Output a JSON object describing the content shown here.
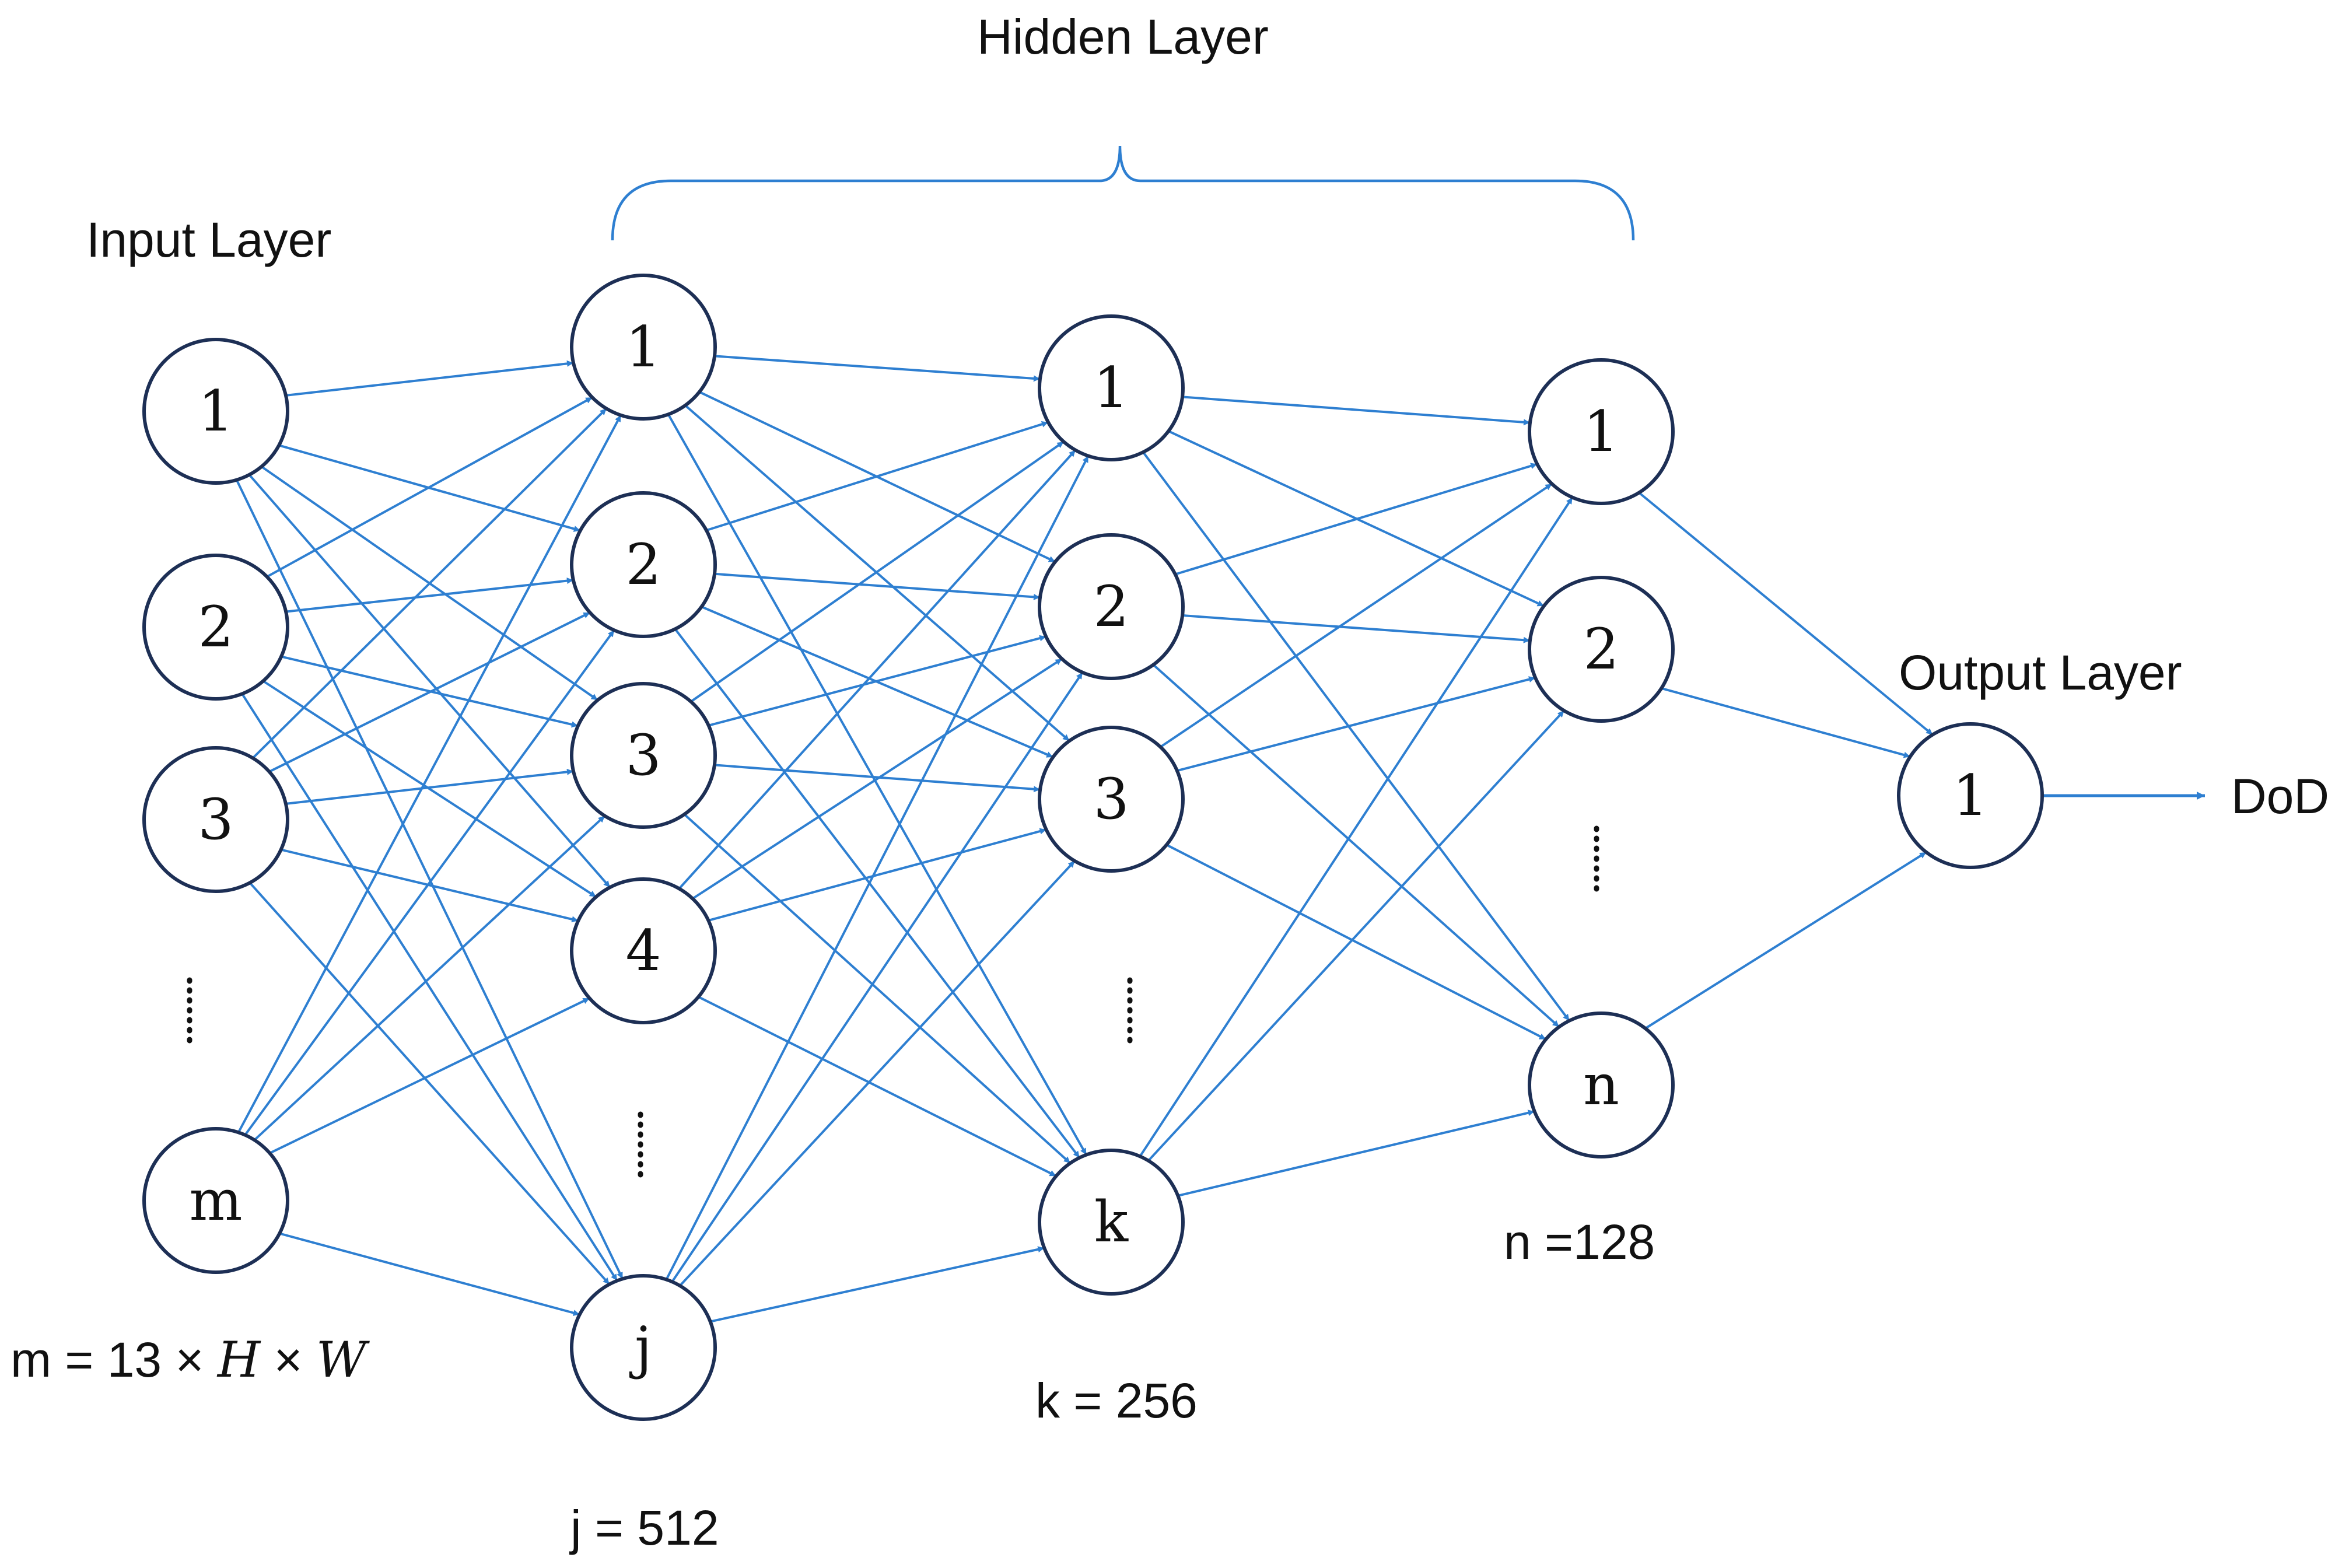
{
  "layers": {
    "input": {
      "title": "Input Layer",
      "nodes": [
        "1",
        "2",
        "3",
        "m"
      ],
      "size_label": {
        "prefix": "m = 13 × ",
        "var1": "H",
        "mid": " × ",
        "var2": "W"
      }
    },
    "hidden1": {
      "nodes": [
        "1",
        "2",
        "3",
        "4",
        "j"
      ],
      "size_label": "j = 512"
    },
    "hidden2": {
      "nodes": [
        "1",
        "2",
        "3",
        "k"
      ],
      "size_label": "k = 256"
    },
    "hidden3": {
      "nodes": [
        "1",
        "2",
        "n"
      ],
      "size_label": "n =128"
    },
    "output": {
      "title": "Output Layer",
      "nodes": [
        "1"
      ],
      "target_label": "DoD"
    }
  },
  "hidden_group_title": "Hidden Layer",
  "colors": {
    "edge": "#2e7fd1",
    "node_stroke": "#1d2f55",
    "text": "#111111"
  }
}
